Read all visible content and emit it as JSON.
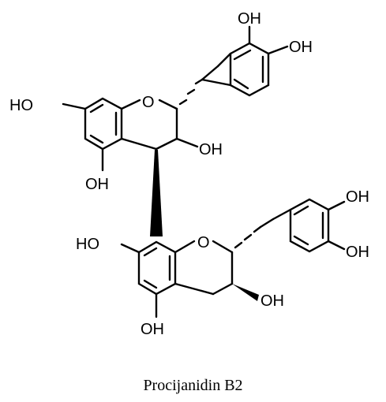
{
  "caption": "Procijanidin B2",
  "labels": {
    "oh_top_catechol_upper": "OH",
    "oh_top_catechol_right": "OH",
    "oh_top_ring_a_left": "HO",
    "ring_o_top": "O",
    "oh_top_c3": "OH",
    "oh_top_ring_a_bottom": "OH",
    "oh_bottom_catechol_upper": "OH",
    "oh_bottom_catechol_lower": "OH",
    "oh_bottom_ring_a_left": "HO",
    "ring_o_bottom": "O",
    "oh_bottom_c3": "OH",
    "oh_bottom_ring_a_bottom": "OH"
  },
  "colors": {
    "ink": "#000000",
    "background": "#ffffff"
  }
}
